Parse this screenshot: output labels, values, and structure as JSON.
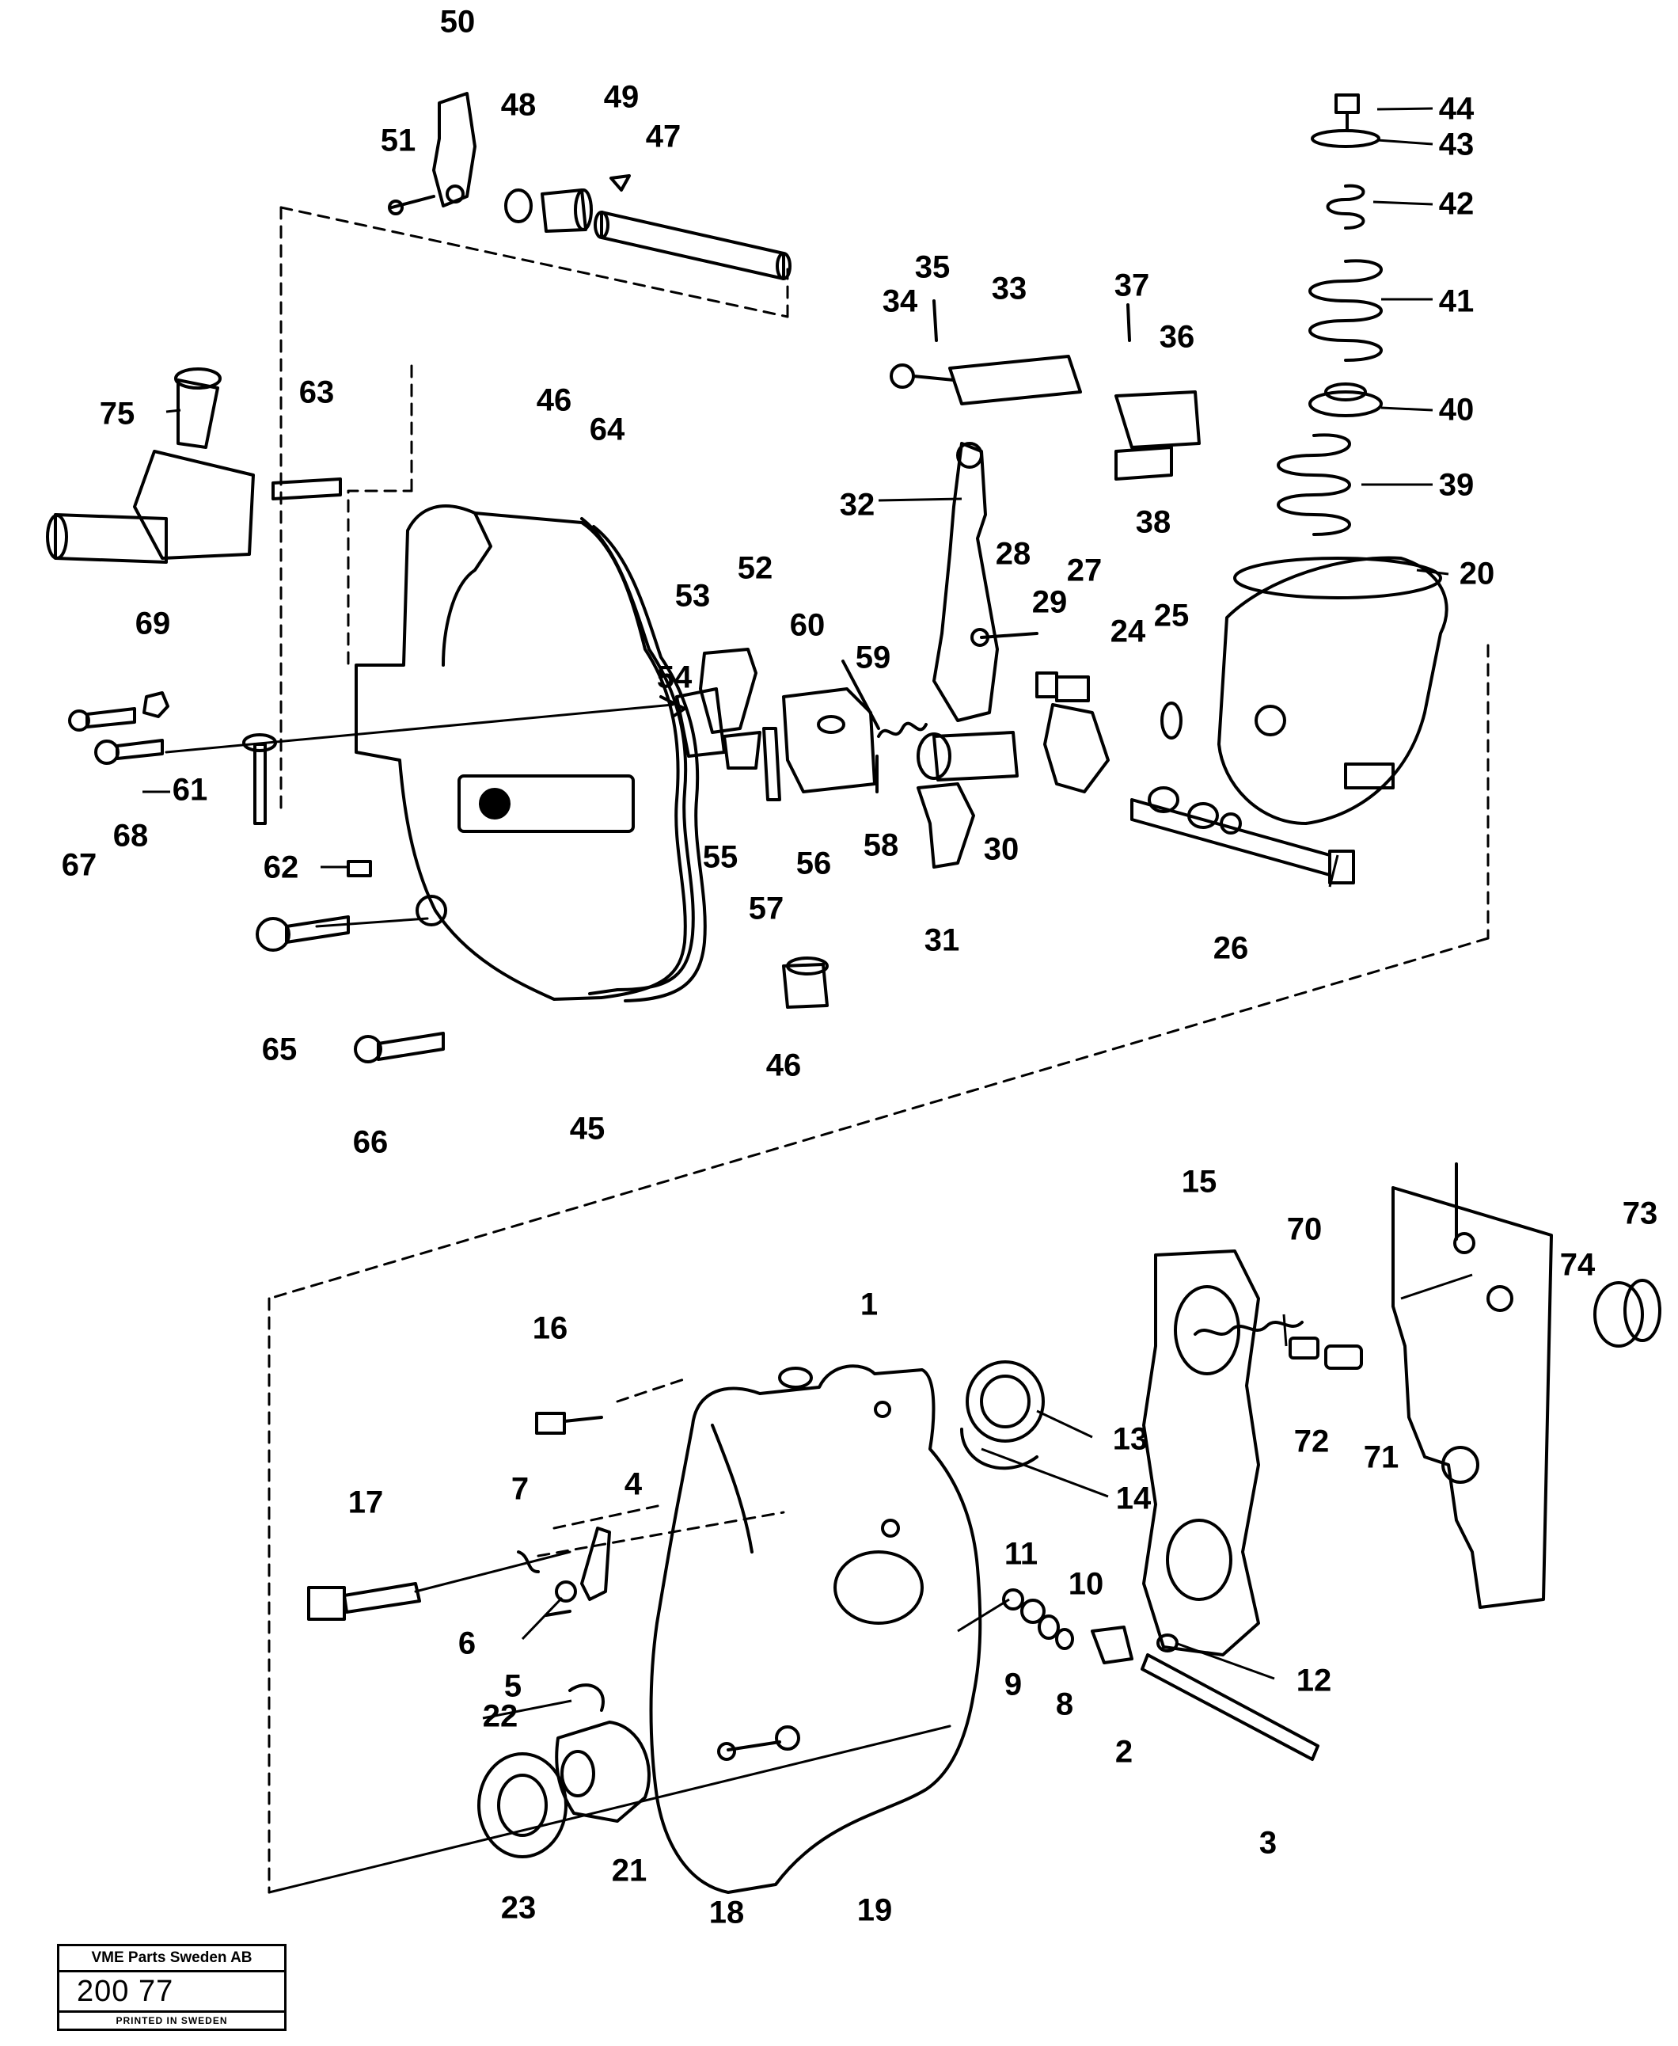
{
  "diagram": {
    "type": "exploded parts diagram",
    "callouts": [
      "1",
      "2",
      "3",
      "4",
      "5",
      "6",
      "7",
      "8",
      "9",
      "10",
      "11",
      "12",
      "13",
      "14",
      "15",
      "16",
      "17",
      "18",
      "19",
      "20",
      "21",
      "22",
      "23",
      "24",
      "25",
      "26",
      "27",
      "28",
      "29",
      "30",
      "31",
      "32",
      "33",
      "34",
      "35",
      "36",
      "37",
      "38",
      "39",
      "40",
      "41",
      "42",
      "43",
      "44",
      "45",
      "46",
      "46",
      "47",
      "48",
      "49",
      "50",
      "51",
      "52",
      "53",
      "54",
      "55",
      "56",
      "57",
      "58",
      "59",
      "60",
      "61",
      "62",
      "63",
      "64",
      "65",
      "66",
      "67",
      "68",
      "69",
      "70",
      "71",
      "72",
      "73",
      "74",
      "75"
    ]
  },
  "stamp": {
    "company": "VME Parts Sweden AB",
    "number": "200 77",
    "printed": "PRINTED IN SWEDEN"
  }
}
